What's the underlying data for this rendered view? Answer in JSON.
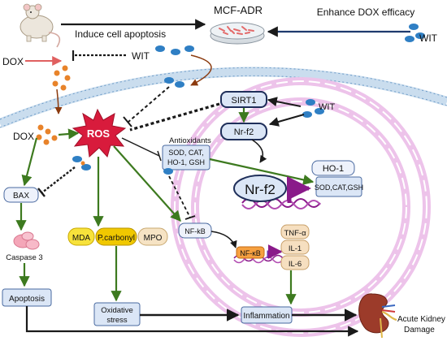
{
  "labels": {
    "mcf_adr": "MCF-ADR",
    "enhance": "Enhance DOX efficacy",
    "wit_top_right": "WIT",
    "induce": "Induce cell  apoptosis",
    "dox_left": "DOX",
    "wit_left": "WIT",
    "dox_mid": "DOX",
    "ros": "ROS",
    "sirt1": "SIRT1",
    "wit_mid": "WIT",
    "nrf2_small": "Nr-f2",
    "antioxidants_title": "Antioxidants",
    "antioxidants_line1": "SOD, CAT,",
    "antioxidants_line2": "HO-1, GSH",
    "ho1": "HO-1",
    "nrf2_big": "Nr-f2",
    "sod_box": "SOD,CAT,GSH",
    "bax": "BAX",
    "caspase": "Caspase 3",
    "apoptosis": "Apoptosis",
    "mda": "MDA",
    "pcarbonyl": "P.carbonyl",
    "mpo": "MPO",
    "nfkb_mid": "NF-kB",
    "nfkb_nuc": "NF-κB",
    "tnf": "TNF-α",
    "il1": "IL-1",
    "il6": "IL-6",
    "oxidative_line1": "Oxidative",
    "oxidative_line2": "stress",
    "inflammation": "Inflammation",
    "aki_line1": "Acute Kidney",
    "aki_line2": "Damage"
  },
  "colors": {
    "green": "#3d7a1f",
    "dark": "#1a1a1a",
    "ros": "#d81b3c",
    "orange_dot": "#e8832a",
    "blue_dot": "#2f7fc4",
    "nucleus": "#e8b4e6",
    "membrane": "#b9d4ea",
    "box_blue_fill": "#dbe6f6",
    "box_blue_stroke": "#4a6aa0",
    "yellow": "#f7e23b",
    "yellow_dark": "#f0c800",
    "orange_box": "#f6c89a",
    "purple": "#8a1a8a",
    "brown_arrow": "#8b3a0e"
  }
}
